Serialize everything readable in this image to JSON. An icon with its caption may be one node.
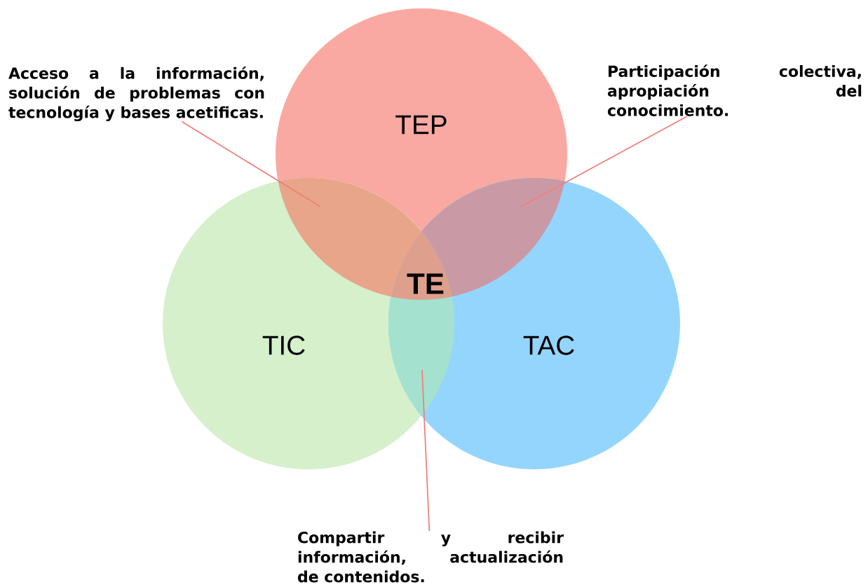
{
  "diagram": {
    "nodes": [
      {
        "text": [
          "TEP"
        ]
      },
      {
        "text": [
          "TIC"
        ]
      },
      {
        "text": [
          "TAC"
        ]
      },
      {
        "text": [
          "Acceso a la información, solución de problemas con tecnología y bases acetificas."
        ]
      },
      {
        "text": [
          "Participación colectiva, apropiación del conocimiento."
        ]
      },
      {
        "text": [
          "Compartir y recibir información, actualización de contenidos."
        ]
      },
      {
        "text": [],
        "shape": "lens"
      },
      {
        "text": [],
        "shape": "lens"
      },
      {
        "text": [],
        "shape": "lens"
      }
    ],
    "edges": [
      {
        "from": 3,
        "to": 6,
        "arrow": "none"
      },
      {
        "from": 4,
        "to": 7,
        "arrow": "none"
      },
      {
        "from": 5,
        "to": 8,
        "arrow": "none"
      }
    ],
    "labels": [
      "TE"
    ]
  }
}
